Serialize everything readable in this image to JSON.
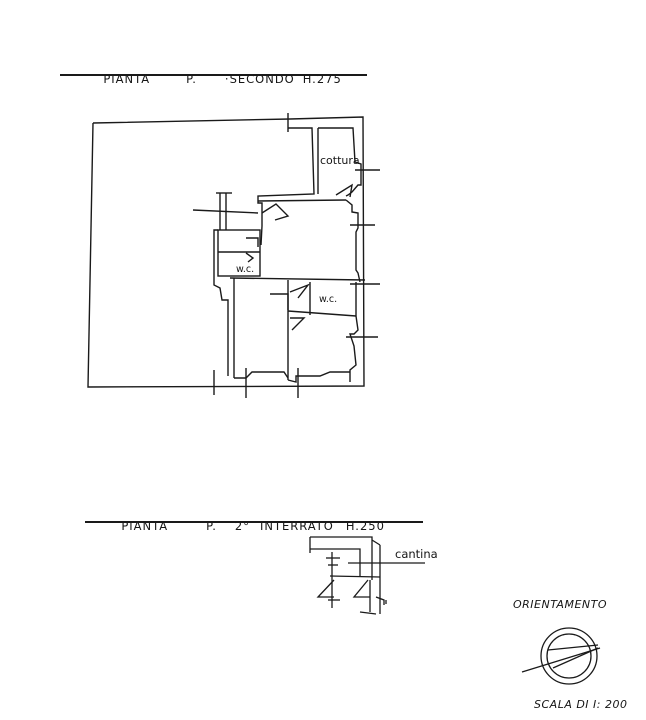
{
  "plans": [
    {
      "title_parts": [
        "PIANTA",
        "P.",
        "·SECONDO",
        "H.275"
      ],
      "floor": "SECONDO",
      "height": "H.275",
      "rooms": [
        {
          "label": "cottura"
        },
        {
          "label": "w.c."
        },
        {
          "label": "w.c."
        }
      ]
    },
    {
      "title_parts": [
        "PIANTA",
        "P.",
        "2°",
        "INTERRATO",
        "H.250"
      ],
      "floor": "2° INTERRATO",
      "height": "H.250",
      "rooms": [
        {
          "label": "cantina"
        }
      ]
    }
  ],
  "legend": {
    "orientation_label": "ORIENTAMENTO",
    "scale_label": "SCALA DI I: 200"
  }
}
